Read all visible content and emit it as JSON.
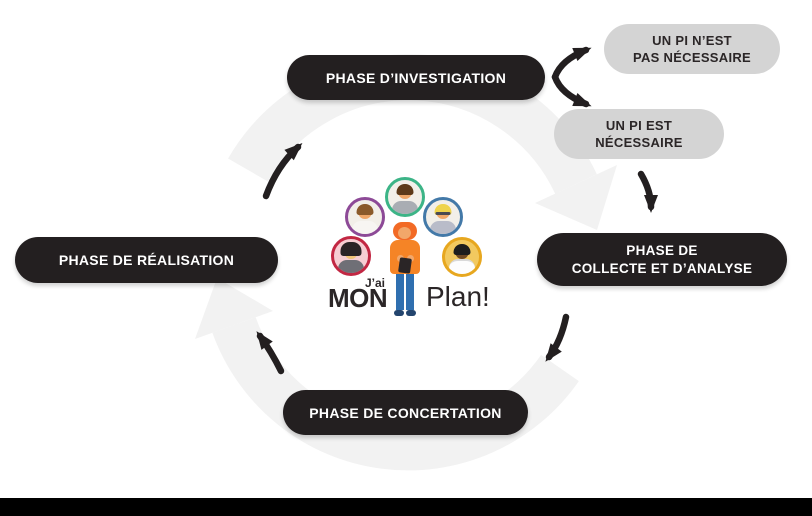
{
  "phases": {
    "investigation": {
      "label": "PHASE D’INVESTIGATION"
    },
    "collecte": {
      "line1": "PHASE DE",
      "line2": "COLLECTE ET D’ANALYSE"
    },
    "concertation": {
      "label": "PHASE DE CONCERTATION"
    },
    "realisation": {
      "label": "PHASE DE RÉALISATION"
    }
  },
  "decisions": {
    "pi_not_needed": {
      "line1": "UN PI N’EST",
      "line2": "PAS NÉCESSAIRE"
    },
    "pi_needed": {
      "line1": "UN PI EST",
      "line2": "NÉCESSAIRE"
    }
  },
  "logo": {
    "prefix": "J’ai",
    "word1": "MON",
    "word2": "Plan!"
  },
  "icons": [
    "cycle-watermark-icon",
    "forked-arrow-icon",
    "curved-arrow-down-icon",
    "curved-arrow-down-left-icon",
    "curved-arrow-up-left-icon",
    "curved-arrow-up-right-icon",
    "avatar-man-green-ring",
    "avatar-woman-purple-ring",
    "avatar-blonde-woman-blue-ring",
    "avatar-woman-red-ring",
    "avatar-man-gold-ring",
    "person-with-tablet-icon"
  ],
  "colors": {
    "pill_black": "#231f20",
    "pill_text": "#ffffff",
    "decision_bg": "#d4d4d4",
    "decision_text": "#2b2627",
    "arrow": "#231f20",
    "watermark": "#f2f2f2",
    "logo_text": "#2b2627",
    "footer": "#000000",
    "avatar_ring_green": "#3cb487",
    "avatar_ring_purple": "#8d4a97",
    "avatar_ring_blue": "#4379a8",
    "avatar_ring_red": "#c22743",
    "avatar_ring_gold": "#e7a71f",
    "character_orange": "#f58426",
    "character_hair": "#f26a25",
    "character_jeans": "#2f6fb0",
    "skin": "#f2a76a"
  }
}
